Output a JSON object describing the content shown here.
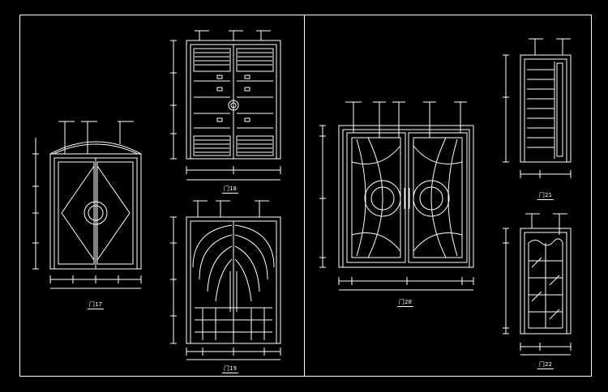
{
  "sheet": {
    "background": "#000000",
    "line_color": "#ffffff"
  },
  "drawings": [
    {
      "id": "d1",
      "label": "门17"
    },
    {
      "id": "d2",
      "label": "门18"
    },
    {
      "id": "d3",
      "label": "门19"
    },
    {
      "id": "d4",
      "label": "门20"
    },
    {
      "id": "d5",
      "label": "门21"
    },
    {
      "id": "d6",
      "label": "门22"
    }
  ]
}
